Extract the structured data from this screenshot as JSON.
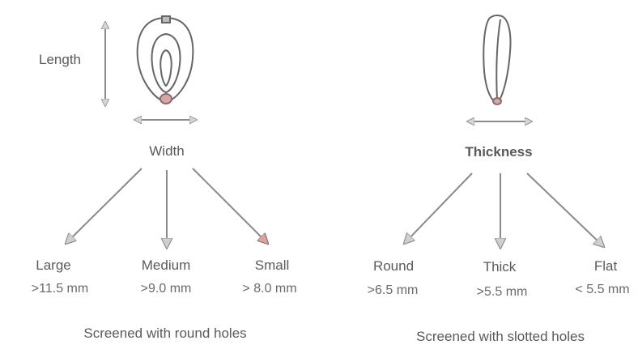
{
  "left_panel": {
    "length_label": "Length",
    "width_label": "Width",
    "categories": [
      {
        "name": "Large",
        "value": ">11.5 mm"
      },
      {
        "name": "Medium",
        "value": ">9.0 mm"
      },
      {
        "name": "Small",
        "value": "> 8.0 mm"
      }
    ],
    "footer": "Screened with round holes"
  },
  "right_panel": {
    "thickness_label": "Thickness",
    "categories": [
      {
        "name": "Round",
        "value": ">6.5 mm"
      },
      {
        "name": "Thick",
        "value": ">5.5 mm"
      },
      {
        "name": "Flat",
        "value": "< 5.5 mm"
      }
    ],
    "footer": "Screened with slotted holes"
  },
  "colors": {
    "line": "#7a7a7a",
    "arrow_fill": "#c9c9c9",
    "small_arrow_fill": "#d9a6a6"
  }
}
